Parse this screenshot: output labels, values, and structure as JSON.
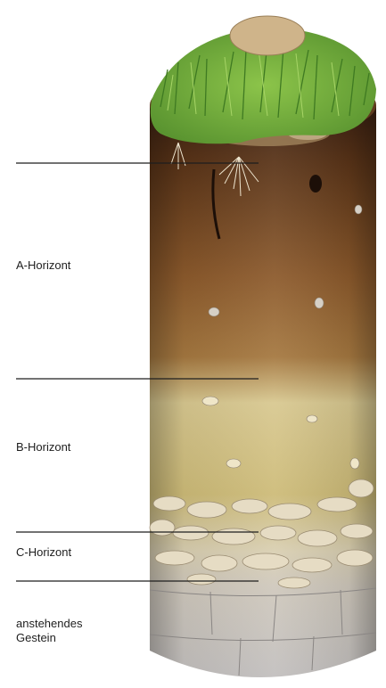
{
  "labels": {
    "a_horizon": "A-Horizont",
    "b_horizon": "B-Horizont",
    "c_horizon": "C-Horizont",
    "bedrock": "anstehendes\nGestein"
  },
  "colors": {
    "grass": "#6fa83a",
    "topsoil_dark": "#4a2a15",
    "topsoil": "#8a5a30",
    "subsoil": "#d9c98f",
    "weathered_rock": "#d8cfb8",
    "bedrock": "#c9c6c4"
  }
}
